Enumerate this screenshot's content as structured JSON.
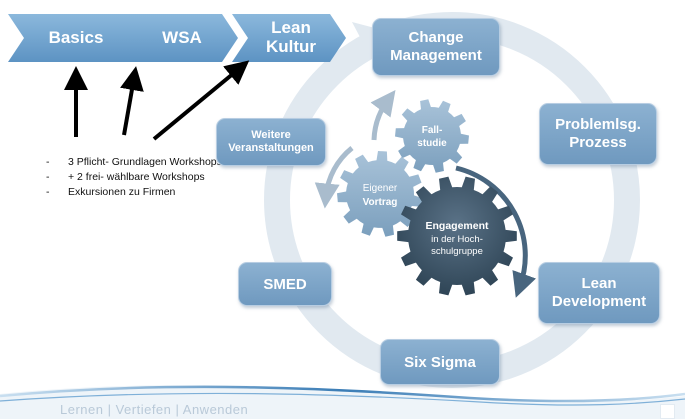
{
  "chevrons": [
    {
      "label": "Basics"
    },
    {
      "label": "WSA"
    },
    {
      "label": "Lean\nKultur"
    }
  ],
  "bullets": [
    "3 Pflicht- Grundlagen Workshops",
    "+ 2 frei- wählbare Workshops",
    "Exkursionen zu Firmen"
  ],
  "cycle": {
    "change_management": "Change\nManagement",
    "problem_process": "Problemlsg.\nProzess",
    "lean_development": "Lean\nDevelopment",
    "six_sigma": "Six Sigma",
    "smed": "SMED",
    "weitere": "Weitere\nVeranstaltungen"
  },
  "gears": {
    "fallstudie": "Fall-\nstudie",
    "eigener_vortrag_top": "Eigener",
    "eigener_vortrag_bottom": "Vortrag",
    "engagement_title": "Engagement",
    "engagement_sub": "in der Hoch-\nschulgruppe"
  },
  "footer": "Lernen | Vertiefen | Anwenden",
  "colors": {
    "box_blue": "#7ba3c8",
    "chevron_blue": "#6fa3cf",
    "gear_light": "#8fb0cc",
    "gear_dark": "#3d5468",
    "ring": "#dde6ee"
  }
}
